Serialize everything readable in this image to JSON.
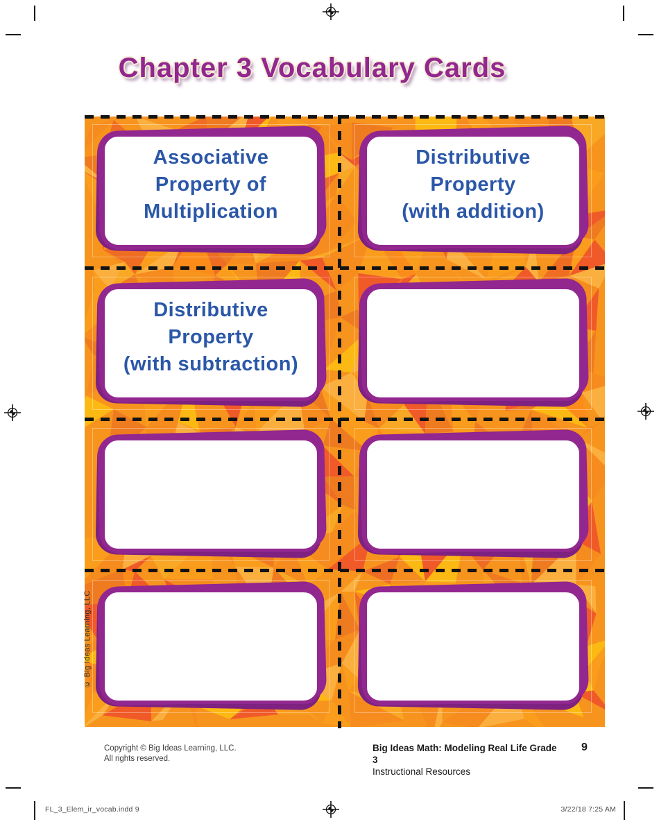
{
  "page": {
    "title": "Chapter 3 Vocabulary Cards",
    "page_number": "9"
  },
  "cards": [
    {
      "text": "Associative\nProperty of\nMultiplication"
    },
    {
      "text": "Distributive\nProperty\n(with addition)"
    },
    {
      "text": "Distributive\nProperty\n(with subtraction)"
    },
    {
      "text": ""
    },
    {
      "text": ""
    },
    {
      "text": ""
    },
    {
      "text": ""
    },
    {
      "text": ""
    }
  ],
  "side_note": "© Big Ideas Learning, LLC",
  "footer": {
    "copyright_line1": "Copyright © Big Ideas Learning, LLC.",
    "copyright_line2": "All rights reserved.",
    "book_title": "Big Ideas Math: Modeling Real Life Grade 3",
    "subtitle": "Instructional Resources",
    "page_number": "9"
  },
  "printer_strip": {
    "filename": "FL_3_Elem_ir_vocab.indd   9",
    "timestamp": "3/22/18   7:25 AM"
  },
  "colors": {
    "accent_purple": "#92278F",
    "accent_purple_dark": "#7E2180",
    "card_text_blue": "#2B57A8",
    "title_halo_cream": "#F5ECD4",
    "orange_base": "#F7941E",
    "orange_palette": [
      "#F7941E",
      "#F68B1E",
      "#FA9D1C",
      "#EF7B21",
      "#FBAF3F",
      "#F05A28",
      "#FDB913",
      "#EE6D23",
      "#F9A825",
      "#FB8C1A"
    ]
  }
}
